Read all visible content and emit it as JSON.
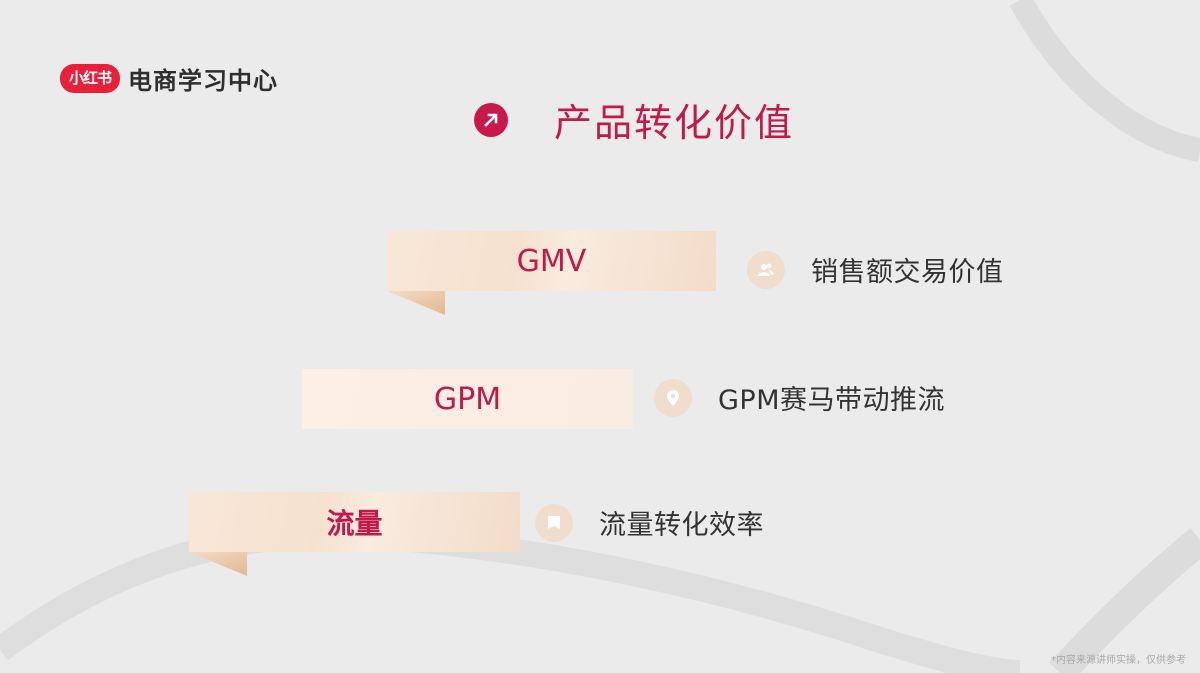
{
  "brand": {
    "logo_badge": "小红书",
    "logo_text": "电商学习中心",
    "accent_color": "#e8203a"
  },
  "title": {
    "icon": "arrow-up-right-icon",
    "text": "产品转化价值",
    "color": "#c0194a"
  },
  "items": [
    {
      "label": "GMV",
      "icon": "users-icon",
      "description": "销售额交易价值"
    },
    {
      "label": "GPM",
      "icon": "location-pin-icon",
      "description": "GPM赛马带动推流"
    },
    {
      "label": "流量",
      "icon": "bookmark-icon",
      "description": "流量转化效率"
    }
  ],
  "footnote": "*内容来源讲师实操，仅供参考"
}
